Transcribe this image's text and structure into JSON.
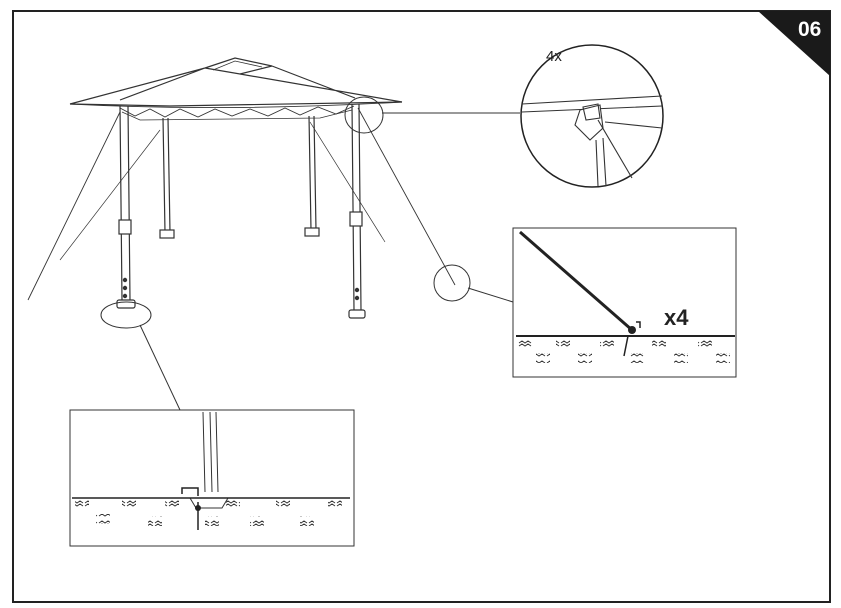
{
  "step": {
    "number": "06"
  },
  "callouts": {
    "roof_clip_qty": "4x",
    "stake_qty": "x4"
  },
  "colors": {
    "ink": "#222222",
    "light_ink": "#555555",
    "corner_tab": "#1a1a1a",
    "paper": "#ffffff"
  },
  "icons": {
    "gazebo": "gazebo-icon",
    "roof_clip_detail": "roof-clip-detail-icon",
    "guy_rope_stake_detail": "guy-rope-stake-icon",
    "leg_foot_stake_detail": "leg-foot-stake-icon",
    "ground_texture": "ground-hatch-icon"
  }
}
